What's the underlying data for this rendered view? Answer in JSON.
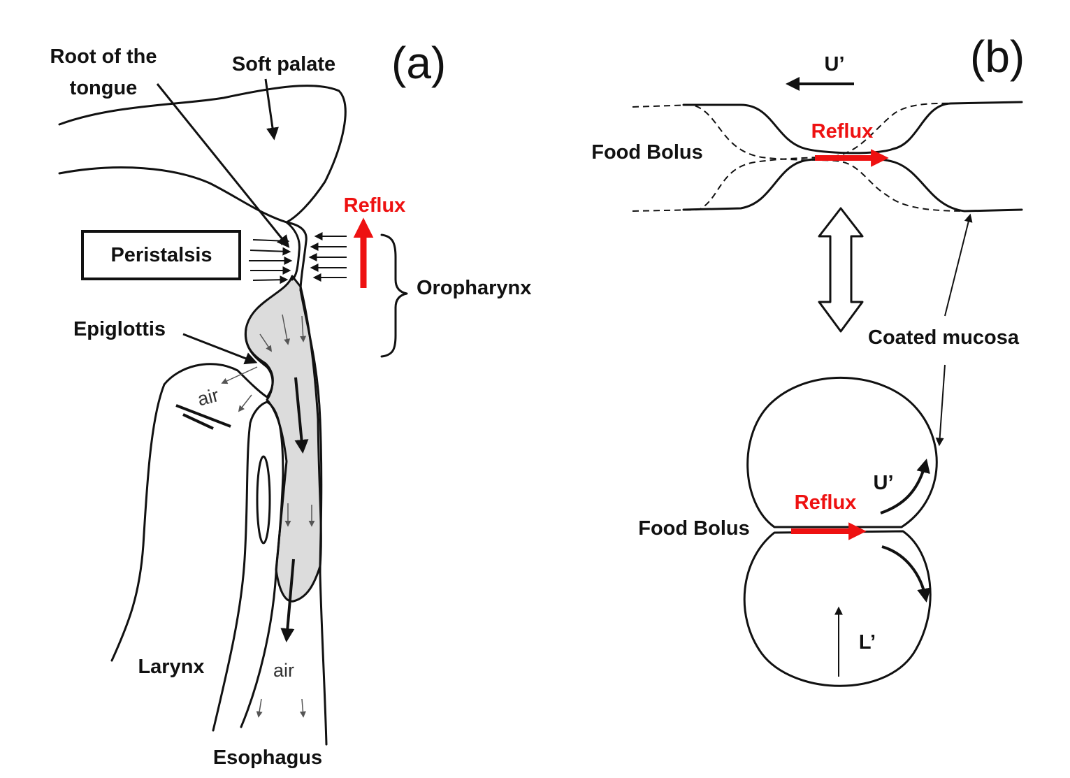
{
  "panel_a": {
    "panel_label": "(a)",
    "root_tongue_line1": "Root of the",
    "root_tongue_line2": "tongue",
    "soft_palate": "Soft palate",
    "reflux": "Reflux",
    "peristalsis": "Peristalsis",
    "oropharynx": "Oropharynx",
    "epiglottis": "Epiglottis",
    "air_upper": "air",
    "air_lower": "air",
    "larynx": "Larynx",
    "esophagus": "Esophagus"
  },
  "panel_b": {
    "panel_label": "(b)",
    "u_prime_top": "U’",
    "reflux_top": "Reflux",
    "food_bolus_top": "Food Bolus",
    "coated_mucosa": "Coated mucosa",
    "u_prime_bottom": "U’",
    "reflux_bottom": "Reflux",
    "food_bolus_bottom": "Food Bolus",
    "l_prime": "L’"
  },
  "colors": {
    "reflux": "#ee1111",
    "bolus_fill": "#dcdcdc",
    "line": "#111111"
  }
}
